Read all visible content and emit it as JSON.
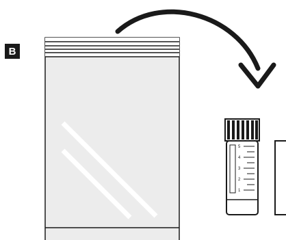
{
  "step": {
    "label": "B"
  },
  "tube": {
    "scale_marks": [
      "5",
      "4",
      "3",
      "2",
      "1"
    ]
  },
  "colors": {
    "outline": "#1a1a1a",
    "bag_fill": "#ececec",
    "bag_glare": "#ffffff",
    "label_bg": "#1a1a1a",
    "label_text": "#ffffff"
  }
}
